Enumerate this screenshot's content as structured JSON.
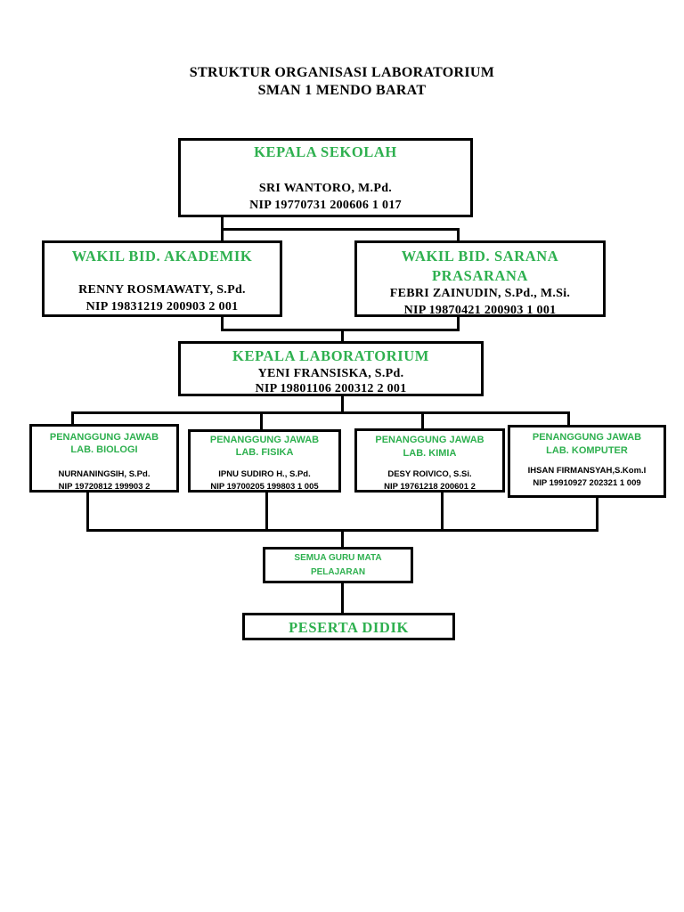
{
  "title": {
    "line1": "STRUKTUR ORGANISASI LABORATORIUM",
    "line2": "SMAN 1 MENDO BARAT"
  },
  "kepala_sekolah": {
    "heading": "KEPALA SEKOLAH",
    "name": "SRI WANTORO, M.Pd.",
    "nip": "NIP 19770731 200606 1 017"
  },
  "wakil_akademik": {
    "heading": "WAKIL BID. AKADEMIK",
    "name": "RENNY ROSMAWATY, S.Pd.",
    "nip": "NIP 19831219 200903 2 001"
  },
  "wakil_sarana": {
    "heading_line1": "WAKIL BID. SARANA",
    "heading_line2": "PRASARANA",
    "name": "FEBRI ZAINUDIN, S.Pd., M.Si.",
    "nip": "NIP 19870421 200903 1 001"
  },
  "kepala_lab": {
    "heading": "KEPALA LABORATORIUM",
    "name": "YENI FRANSISKA, S.Pd.",
    "nip": "NIP 19801106 200312 2 001"
  },
  "pj_biologi": {
    "heading_line1": "PENANGGUNG JAWAB",
    "heading_line2": "LAB. BIOLOGI",
    "name": "NURNANINGSIH, S.Pd.",
    "nip": "NIP 19720812 199903 2"
  },
  "pj_fisika": {
    "heading_line1": "PENANGGUNG JAWAB",
    "heading_line2": "LAB. FISIKA",
    "name": "IPNU SUDIRO H., S.Pd.",
    "nip": "NIP 19700205 199803 1 005"
  },
  "pj_kimia": {
    "heading_line1": "PENANGGUNG JAWAB",
    "heading_line2": "LAB. KIMIA",
    "name": "DESY ROIVICO, S.Si.",
    "nip": "NIP 19761218 200601 2"
  },
  "pj_komputer": {
    "heading_line1": "PENANGGUNG JAWAB",
    "heading_line2": "LAB. KOMPUTER",
    "name": "IHSAN FIRMANSYAH,S.Kom.I",
    "nip": "NIP 19910927 202321 1 009"
  },
  "semua_guru": {
    "line1": "SEMUA GURU MATA",
    "line2": "PELAJARAN"
  },
  "peserta_didik": {
    "label": "PESERTA DIDIK"
  },
  "colors": {
    "heading_green": "#2eb04f",
    "line_black": "#000000"
  }
}
